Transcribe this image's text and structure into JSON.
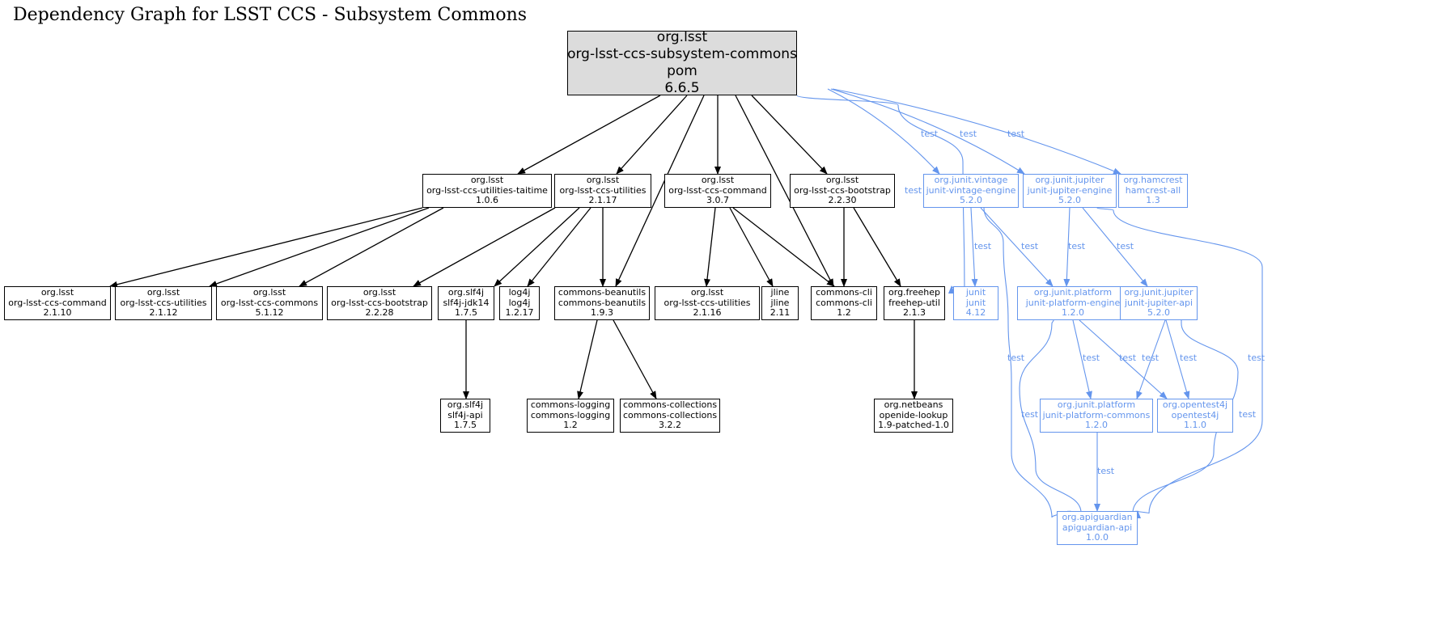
{
  "title": "Dependency Graph for LSST CCS - Subsystem Commons",
  "colors": {
    "compile": "#000000",
    "test": "#6495ed",
    "root_fill": "#dcdcdc"
  },
  "nodes": [
    {
      "id": "root",
      "group": "org.lsst",
      "artifact": "org-lsst-ccs-subsystem-commons",
      "type": "pom",
      "version": "6.6.5",
      "scope": "root"
    },
    {
      "id": "taitime",
      "group": "org.lsst",
      "artifact": "org-lsst-ccs-utilities-taitime",
      "version": "1.0.6",
      "scope": "compile"
    },
    {
      "id": "utilities",
      "group": "org.lsst",
      "artifact": "org-lsst-ccs-utilities",
      "version": "2.1.17",
      "scope": "compile"
    },
    {
      "id": "command",
      "group": "org.lsst",
      "artifact": "org-lsst-ccs-command",
      "version": "3.0.7",
      "scope": "compile"
    },
    {
      "id": "bootstrap",
      "group": "org.lsst",
      "artifact": "org-lsst-ccs-bootstrap",
      "version": "2.2.30",
      "scope": "compile"
    },
    {
      "id": "vintage",
      "group": "org.junit.vintage",
      "artifact": "junit-vintage-engine",
      "version": "5.2.0",
      "scope": "test"
    },
    {
      "id": "jupiter-engine",
      "group": "org.junit.jupiter",
      "artifact": "junit-jupiter-engine",
      "version": "5.2.0",
      "scope": "test"
    },
    {
      "id": "hamcrest",
      "group": "org.hamcrest",
      "artifact": "hamcrest-all",
      "version": "1.3",
      "scope": "test"
    },
    {
      "id": "command-2110",
      "group": "org.lsst",
      "artifact": "org-lsst-ccs-command",
      "version": "2.1.10",
      "scope": "compile"
    },
    {
      "id": "utilities-2112",
      "group": "org.lsst",
      "artifact": "org-lsst-ccs-utilities",
      "version": "2.1.12",
      "scope": "compile"
    },
    {
      "id": "commons-5112",
      "group": "org.lsst",
      "artifact": "org-lsst-ccs-commons",
      "version": "5.1.12",
      "scope": "compile"
    },
    {
      "id": "bootstrap-2228",
      "group": "org.lsst",
      "artifact": "org-lsst-ccs-bootstrap",
      "version": "2.2.28",
      "scope": "compile"
    },
    {
      "id": "slf4j-jdk14",
      "group": "org.slf4j",
      "artifact": "slf4j-jdk14",
      "version": "1.7.5",
      "scope": "compile"
    },
    {
      "id": "log4j",
      "group": "log4j",
      "artifact": "log4j",
      "version": "1.2.17",
      "scope": "compile"
    },
    {
      "id": "beanutils",
      "group": "commons-beanutils",
      "artifact": "commons-beanutils",
      "version": "1.9.3",
      "scope": "compile"
    },
    {
      "id": "utilities-2116",
      "group": "org.lsst",
      "artifact": "org-lsst-ccs-utilities",
      "version": "2.1.16",
      "scope": "compile"
    },
    {
      "id": "jline",
      "group": "jline",
      "artifact": "jline",
      "version": "2.11",
      "scope": "compile"
    },
    {
      "id": "commons-cli",
      "group": "commons-cli",
      "artifact": "commons-cli",
      "version": "1.2",
      "scope": "compile"
    },
    {
      "id": "freehep",
      "group": "org.freehep",
      "artifact": "freehep-util",
      "version": "2.1.3",
      "scope": "compile"
    },
    {
      "id": "junit",
      "group": "junit",
      "artifact": "junit",
      "version": "4.12",
      "scope": "test"
    },
    {
      "id": "platform-engine",
      "group": "org.junit.platform",
      "artifact": "junit-platform-engine",
      "version": "1.2.0",
      "scope": "test"
    },
    {
      "id": "jupiter-api",
      "group": "org.junit.jupiter",
      "artifact": "junit-jupiter-api",
      "version": "5.2.0",
      "scope": "test"
    },
    {
      "id": "slf4j-api",
      "group": "org.slf4j",
      "artifact": "slf4j-api",
      "version": "1.7.5",
      "scope": "compile"
    },
    {
      "id": "commons-logging",
      "group": "commons-logging",
      "artifact": "commons-logging",
      "version": "1.2",
      "scope": "compile"
    },
    {
      "id": "commons-collections",
      "group": "commons-collections",
      "artifact": "commons-collections",
      "version": "3.2.2",
      "scope": "compile"
    },
    {
      "id": "openide",
      "group": "org.netbeans",
      "artifact": "openide-lookup",
      "version": "1.9-patched-1.0",
      "scope": "compile"
    },
    {
      "id": "platform-commons",
      "group": "org.junit.platform",
      "artifact": "junit-platform-commons",
      "version": "1.2.0",
      "scope": "test"
    },
    {
      "id": "opentest4j",
      "group": "org.opentest4j",
      "artifact": "opentest4j",
      "version": "1.1.0",
      "scope": "test"
    },
    {
      "id": "apiguardian",
      "group": "org.apiguardian",
      "artifact": "apiguardian-api",
      "version": "1.0.0",
      "scope": "test"
    }
  ],
  "edges": [
    {
      "from": "root",
      "to": "taitime",
      "label": ""
    },
    {
      "from": "root",
      "to": "utilities",
      "label": ""
    },
    {
      "from": "root",
      "to": "beanutils",
      "label": ""
    },
    {
      "from": "root",
      "to": "command",
      "label": ""
    },
    {
      "from": "root",
      "to": "commons-cli",
      "label": ""
    },
    {
      "from": "root",
      "to": "bootstrap",
      "label": ""
    },
    {
      "from": "root",
      "to": "junit",
      "label": "test"
    },
    {
      "from": "root",
      "to": "vintage",
      "label": "test"
    },
    {
      "from": "root",
      "to": "jupiter-engine",
      "label": "test"
    },
    {
      "from": "root",
      "to": "hamcrest",
      "label": "test"
    },
    {
      "from": "taitime",
      "to": "command-2110",
      "label": ""
    },
    {
      "from": "taitime",
      "to": "utilities-2112",
      "label": ""
    },
    {
      "from": "taitime",
      "to": "commons-5112",
      "label": ""
    },
    {
      "from": "utilities",
      "to": "bootstrap-2228",
      "label": ""
    },
    {
      "from": "utilities",
      "to": "slf4j-jdk14",
      "label": ""
    },
    {
      "from": "utilities",
      "to": "log4j",
      "label": ""
    },
    {
      "from": "utilities",
      "to": "beanutils",
      "label": ""
    },
    {
      "from": "command",
      "to": "utilities-2116",
      "label": ""
    },
    {
      "from": "command",
      "to": "jline",
      "label": ""
    },
    {
      "from": "command",
      "to": "commons-cli",
      "label": ""
    },
    {
      "from": "bootstrap",
      "to": "commons-cli",
      "label": ""
    },
    {
      "from": "bootstrap",
      "to": "freehep",
      "label": ""
    },
    {
      "from": "vintage",
      "to": "junit",
      "label": "test"
    },
    {
      "from": "vintage",
      "to": "platform-engine",
      "label": "test"
    },
    {
      "from": "vintage",
      "to": "apiguardian",
      "label": "test"
    },
    {
      "from": "jupiter-engine",
      "to": "platform-engine",
      "label": "test"
    },
    {
      "from": "jupiter-engine",
      "to": "jupiter-api",
      "label": "test"
    },
    {
      "from": "jupiter-engine",
      "to": "apiguardian",
      "label": "test"
    },
    {
      "from": "slf4j-jdk14",
      "to": "slf4j-api",
      "label": ""
    },
    {
      "from": "beanutils",
      "to": "commons-logging",
      "label": ""
    },
    {
      "from": "beanutils",
      "to": "commons-collections",
      "label": ""
    },
    {
      "from": "freehep",
      "to": "openide",
      "label": ""
    },
    {
      "from": "platform-engine",
      "to": "platform-commons",
      "label": "test"
    },
    {
      "from": "platform-engine",
      "to": "opentest4j",
      "label": "test"
    },
    {
      "from": "platform-engine",
      "to": "apiguardian",
      "label": "test"
    },
    {
      "from": "jupiter-api",
      "to": "platform-commons",
      "label": "test"
    },
    {
      "from": "jupiter-api",
      "to": "opentest4j",
      "label": "test"
    },
    {
      "from": "jupiter-api",
      "to": "apiguardian",
      "label": "test"
    },
    {
      "from": "platform-commons",
      "to": "apiguardian",
      "label": "test"
    }
  ]
}
